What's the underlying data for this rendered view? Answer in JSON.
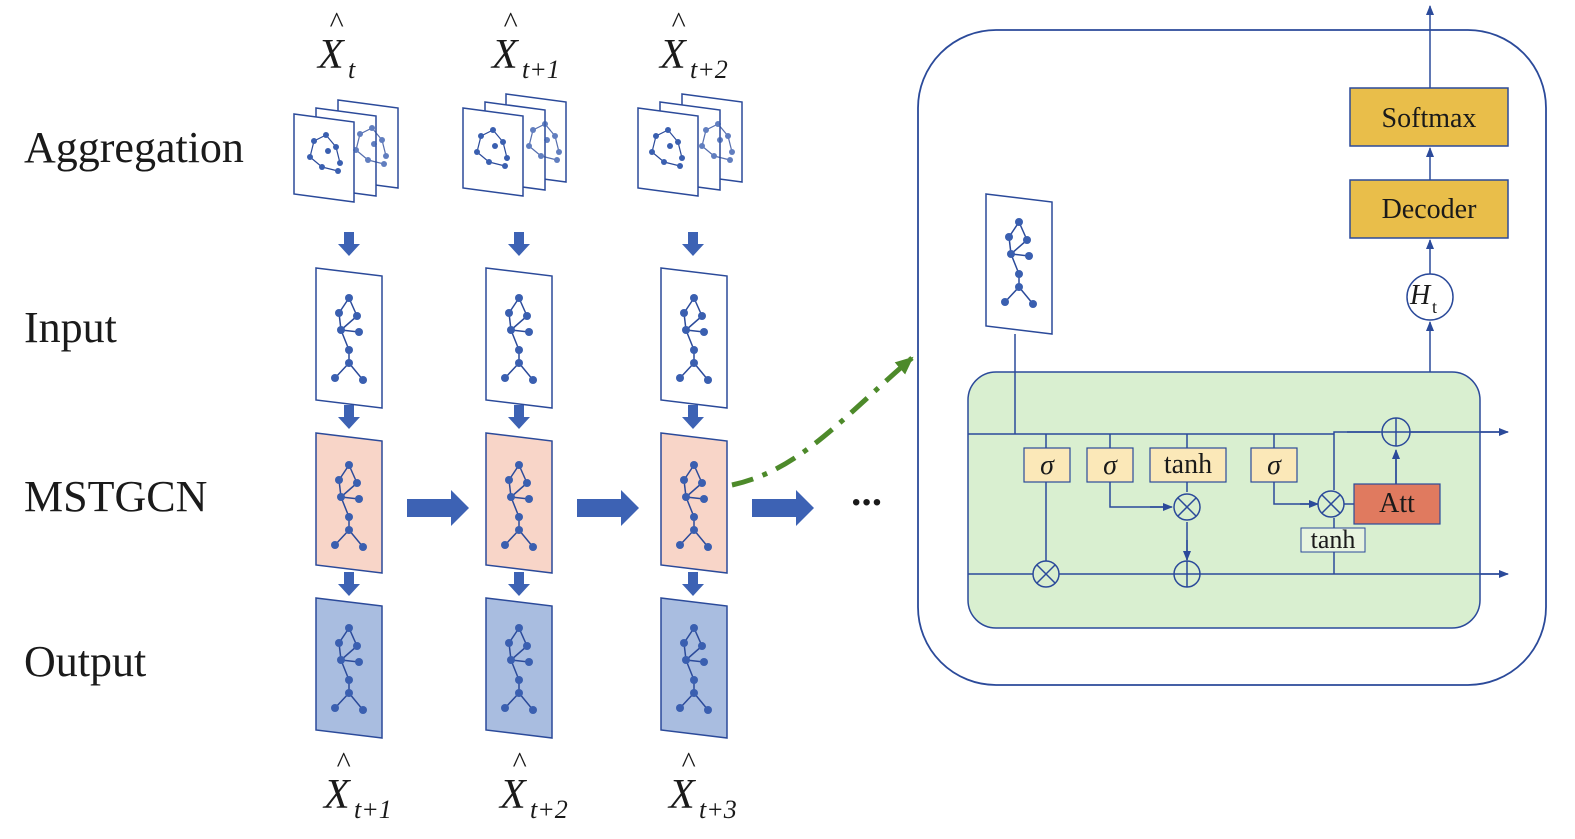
{
  "rows": {
    "aggregation": "Aggregation",
    "input": "Input",
    "mstgcn": "MSTGCN",
    "output": "Output"
  },
  "top_symbols": [
    {
      "base": "X",
      "hat": "^",
      "sub": "t"
    },
    {
      "base": "X",
      "hat": "^",
      "sub": "t+1"
    },
    {
      "base": "X",
      "hat": "^",
      "sub": "t+2"
    }
  ],
  "bottom_symbols": [
    {
      "base": "X",
      "hat": "^",
      "sub": "t+1"
    },
    {
      "base": "X",
      "hat": "^",
      "sub": "t+2"
    },
    {
      "base": "X",
      "hat": "^",
      "sub": "t+3"
    }
  ],
  "ellipsis": "•••",
  "cell": {
    "gates": [
      "σ",
      "σ",
      "tanh",
      "σ"
    ],
    "tanh_label": "tanh",
    "att_label": "Att",
    "hidden": {
      "base": "H",
      "sub": "t"
    },
    "decoder_label": "Decoder",
    "softmax_label": "Softmax",
    "multiply_symbol": "⊗",
    "add_symbol": "⊕"
  },
  "colors": {
    "line": "#2b4a9a",
    "node": "#3a5fb0",
    "arrow": "#3d62b4",
    "mstgcn_fill": "#f8d5c8",
    "output_fill": "#a9bde0",
    "cell_fill": "#d9efd0",
    "gate_fill": "#fbe8b8",
    "head_fill": "#e9be4a",
    "att_fill": "#e07a5f",
    "green_dash": "#4d8a2a"
  }
}
